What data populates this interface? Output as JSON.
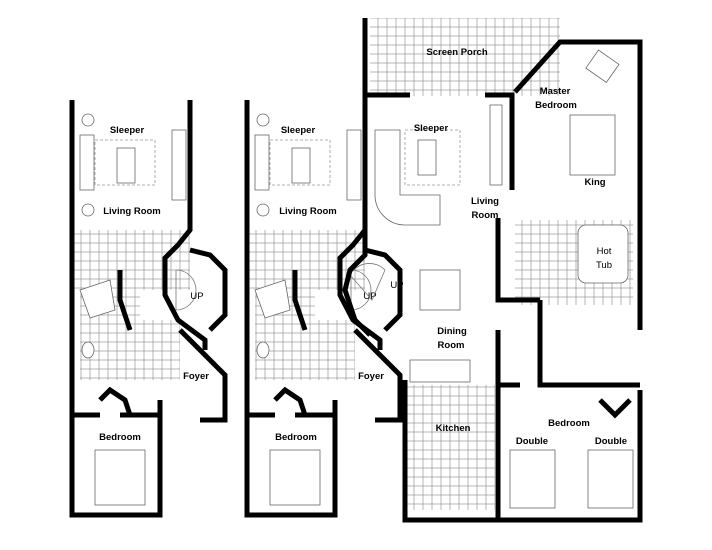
{
  "units": [
    {
      "sleeper": "Sleeper",
      "living_room": "Living Room",
      "stairs": "UP",
      "foyer": "Foyer",
      "bedroom": "Bedroom"
    },
    {
      "sleeper": "Sleeper",
      "living_room": "Living Room",
      "stairs": "UP",
      "foyer": "Foyer",
      "bedroom": "Bedroom"
    },
    {
      "screen_porch": "Screen Porch",
      "sleeper": "Sleeper",
      "living_room_1": "Living",
      "living_room_2": "Room",
      "master_bedroom_1": "Master",
      "master_bedroom_2": "Bedroom",
      "king": "King",
      "hot_tub_1": "Hot",
      "hot_tub_2": "Tub",
      "stairs": "UP",
      "dining_room_1": "Dining",
      "dining_room_2": "Room",
      "kitchen": "Kitchen",
      "bedroom": "Bedroom",
      "double_1": "Double",
      "double_2": "Double"
    }
  ],
  "colors": {
    "wall": "#000000",
    "fixture": "#666666",
    "background": "#ffffff"
  }
}
